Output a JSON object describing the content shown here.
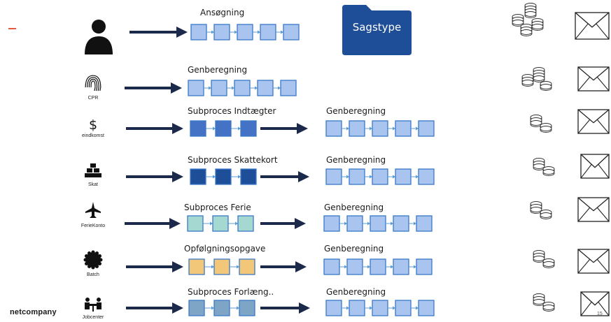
{
  "brand": {
    "logo_text": "netcompany"
  },
  "page_number": "15",
  "case_type_label": "Sagstype",
  "colors": {
    "arrow": "#1b2a4a",
    "step_light_blue": "#a9c4ee",
    "step_border": "#3a78c8",
    "step_medium_blue": "#4472c4",
    "step_dark_blue": "#1f4e99",
    "step_teal": "#a6d8d2",
    "step_orange": "#f2c77a",
    "step_steel": "#7ea4c6",
    "folder": "#1f4e99",
    "accent": "#e35a3c"
  },
  "rows": [
    {
      "source_icon": "person-icon",
      "source_label": "",
      "process_label": "Ansøgning",
      "process_steps": 5,
      "process_color": "step_light_blue",
      "connected": true,
      "followup_label": "",
      "followup_steps": 0,
      "coins_icon": "coin-stacks-large-icon",
      "envelope_icon": "envelope-icon"
    },
    {
      "source_icon": "fingerprint-icon",
      "source_label": "CPR",
      "process_label": "Genberegning",
      "process_steps": 5,
      "process_color": "step_light_blue",
      "connected": true,
      "followup_label": "",
      "followup_steps": 0,
      "coins_icon": "coin-stacks-medium-icon",
      "envelope_icon": "envelope-icon"
    },
    {
      "source_icon": "dollar-icon",
      "source_label": "eindkomst",
      "process_label": "Subproces Indtægter",
      "process_steps": 3,
      "process_color": "step_medium_blue",
      "connected": false,
      "followup_label": "Genberegning",
      "followup_steps": 5,
      "coins_icon": "coin-stacks-small-icon",
      "envelope_icon": "envelope-icon"
    },
    {
      "source_icon": "bank-icon",
      "source_label": "Skat",
      "process_label": "Subproces Skattekort",
      "process_steps": 3,
      "process_color": "step_dark_blue",
      "connected": false,
      "followup_label": "Genberegning",
      "followup_steps": 5,
      "coins_icon": "coin-stacks-small-icon",
      "envelope_icon": "envelope-icon"
    },
    {
      "source_icon": "airplane-icon",
      "source_label": "FerieKonto",
      "process_label": "Subproces Ferie",
      "process_steps": 3,
      "process_color": "step_teal",
      "connected": false,
      "followup_label": "Genberegning",
      "followup_steps": 5,
      "coins_icon": "coin-stacks-small-icon",
      "envelope_icon": "envelope-icon"
    },
    {
      "source_icon": "gear-icon",
      "source_label": "Batch",
      "process_label": "Opfølgningsopgave",
      "process_steps": 3,
      "process_color": "step_orange",
      "connected": false,
      "followup_label": "Genberegning",
      "followup_steps": 5,
      "coins_icon": "coin-stacks-small-icon",
      "envelope_icon": "envelope-icon"
    },
    {
      "source_icon": "meeting-icon",
      "source_label": "Jobcenter",
      "process_label": "Subproces Forlæng..",
      "process_steps": 3,
      "process_color": "step_steel",
      "connected": false,
      "followup_label": "Genberegning",
      "followup_steps": 5,
      "coins_icon": "coin-stacks-small-icon",
      "envelope_icon": "envelope-icon"
    }
  ]
}
